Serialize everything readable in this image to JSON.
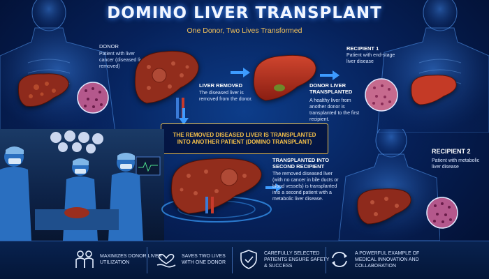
{
  "header": {
    "title": "DOMINO LIVER TRANSPLANT",
    "subtitle": "One Donor, Two Lives Transformed"
  },
  "donor": {
    "heading": "DONOR",
    "description": "Patient with liver cancer (diseased liver removed)"
  },
  "liver_removed": {
    "heading": "LIVER REMOVED",
    "description": "The diseased liver is removed from the donor."
  },
  "donor_liver_transplanted": {
    "heading": "DONOR LIVER TRANSPLANTED",
    "description": "A healthy liver from another donor is transplanted to the first recipient."
  },
  "recipient1": {
    "heading": "RECIPIENT 1",
    "description": "Patient with end-stage liver disease"
  },
  "callout": {
    "text": "THE REMOVED DISEASED LIVER IS TRANSPLANTED INTO ANOTHER PATIENT (DOMINO TRANSPLANT)"
  },
  "second_recipient": {
    "heading": "TRANSPLANTED INTO SECOND RECIPIENT",
    "description": "The removed diseased liver (with no cancer in bile ducts or blood vessels) is transplanted into a second patient with a metabolic liver disease."
  },
  "recipient2": {
    "heading": "RECIPIENT 2",
    "description": "Patient with metabolic liver disease"
  },
  "footer": {
    "features": [
      {
        "icon": "people-icon",
        "text": "MAXIMIZES DONOR LIVER UTILIZATION"
      },
      {
        "icon": "heart-hand-icon",
        "text": "SAVES TWO LIVES WITH ONE DONOR"
      },
      {
        "icon": "shield-check-icon",
        "text": "CAREFULLY SELECTED PATIENTS ENSURE SAFETY & SUCCESS"
      },
      {
        "icon": "cycle-arrows-icon",
        "text": "A POWERFUL EXAMPLE OF MEDICAL INNOVATION AND COLLABORATION"
      }
    ]
  },
  "colors": {
    "accent_gold": "#f2c34c",
    "liver_diseased": "#8e2a1c",
    "liver_healthy": "#b03020",
    "background": "#06215a"
  }
}
